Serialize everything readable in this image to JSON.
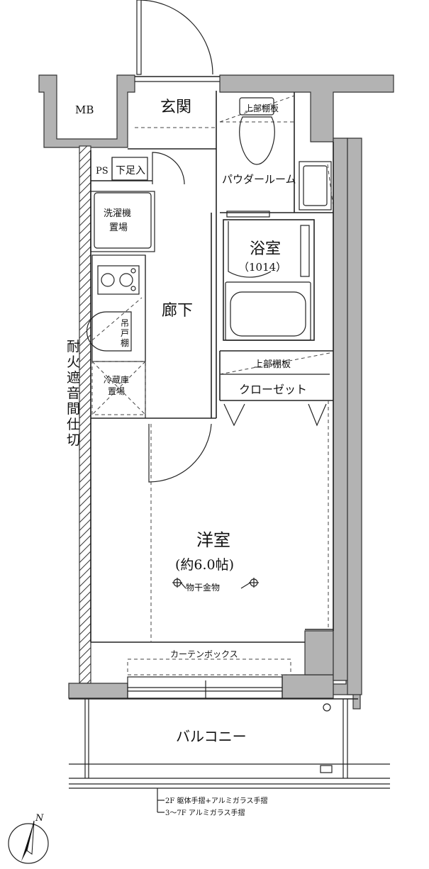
{
  "rooms": {
    "mb": "MB",
    "entrance": "玄関",
    "upper_shelf_top": "上部棚板",
    "powder_room": "パウダールーム",
    "ps": "PS",
    "shoe_storage": "下足入",
    "washer_line1": "洗濯機",
    "washer_line2": "置場",
    "bathroom": "浴室",
    "bathroom_size": "（1014）",
    "corridor": "廊下",
    "hanging_shelf_1": "吊",
    "hanging_shelf_2": "戸",
    "hanging_shelf_3": "棚",
    "fridge_line1": "冷蔵庫",
    "fridge_line2": "置場",
    "upper_shelf_closet": "上部棚板",
    "closet": "クローゼット",
    "western_room": "洋室",
    "western_room_size": "(約6.0帖)",
    "drying_hardware": "物干金物",
    "curtain_box": "カーテンボックス",
    "balcony": "バルコニー",
    "fire_partition": "耐火遮音間仕切"
  },
  "notes": {
    "railing_2f": "2F 躯体手摺+アルミガラス手摺",
    "railing_3_7f": "3〜7F アルミガラス手摺"
  },
  "compass": {
    "label": "N"
  }
}
